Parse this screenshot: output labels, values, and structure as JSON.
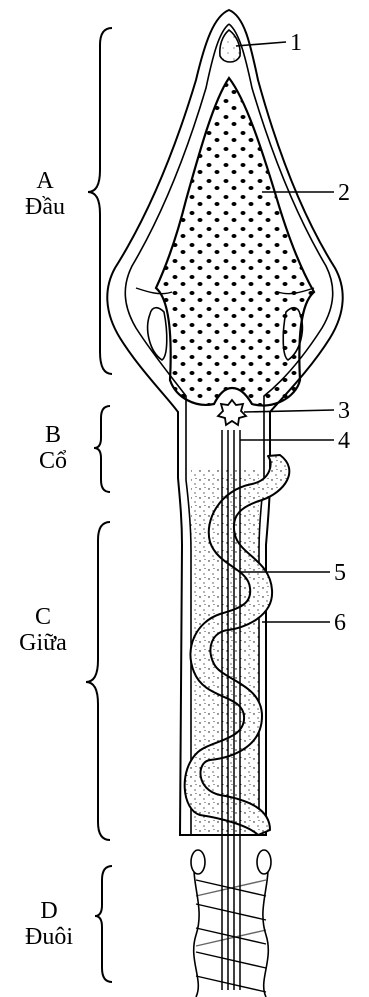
{
  "sections": [
    {
      "letter": "A",
      "name": "Đầu"
    },
    {
      "letter": "B",
      "name": "Cổ"
    },
    {
      "letter": "C",
      "name": "Giữa"
    },
    {
      "letter": "D",
      "name": "Đuôi"
    }
  ],
  "callouts": [
    "1",
    "2",
    "3",
    "4",
    "5",
    "6"
  ],
  "colors": {
    "ink": "#000000",
    "paper": "#ffffff"
  }
}
